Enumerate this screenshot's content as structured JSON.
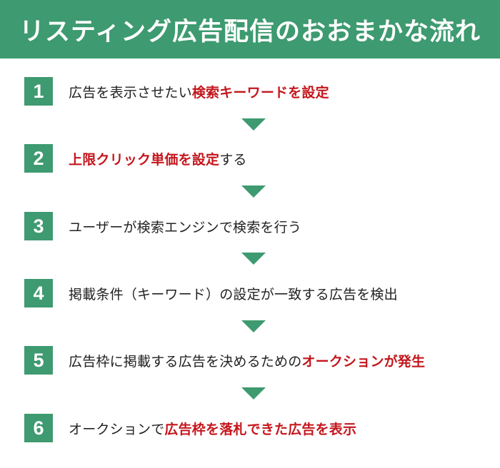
{
  "title": "リスティング広告配信のおおまかな流れ",
  "colors": {
    "header_bg": "#3e9a70",
    "badge_bg": "#3e9a70",
    "arrow": "#3e9a70",
    "highlight": "#c4161c",
    "text": "#222222"
  },
  "steps": [
    {
      "number": "1",
      "segments": [
        {
          "text": "広告を表示させたい",
          "highlight": false
        },
        {
          "text": "検索キーワードを設定",
          "highlight": true
        }
      ]
    },
    {
      "number": "2",
      "segments": [
        {
          "text": "上限クリック単価を設定",
          "highlight": true
        },
        {
          "text": "する",
          "highlight": false
        }
      ]
    },
    {
      "number": "3",
      "segments": [
        {
          "text": "ユーザーが検索エンジンで検索を行う",
          "highlight": false
        }
      ]
    },
    {
      "number": "4",
      "segments": [
        {
          "text": "掲載条件（キーワード）の設定が一致する広告を検出",
          "highlight": false
        }
      ]
    },
    {
      "number": "5",
      "segments": [
        {
          "text": "広告枠に掲載する広告を決めるための",
          "highlight": false
        },
        {
          "text": "オークションが発生",
          "highlight": true
        }
      ]
    },
    {
      "number": "6",
      "segments": [
        {
          "text": "オークションで",
          "highlight": false
        },
        {
          "text": "広告枠を落札できた広告を表示",
          "highlight": true
        }
      ]
    }
  ]
}
